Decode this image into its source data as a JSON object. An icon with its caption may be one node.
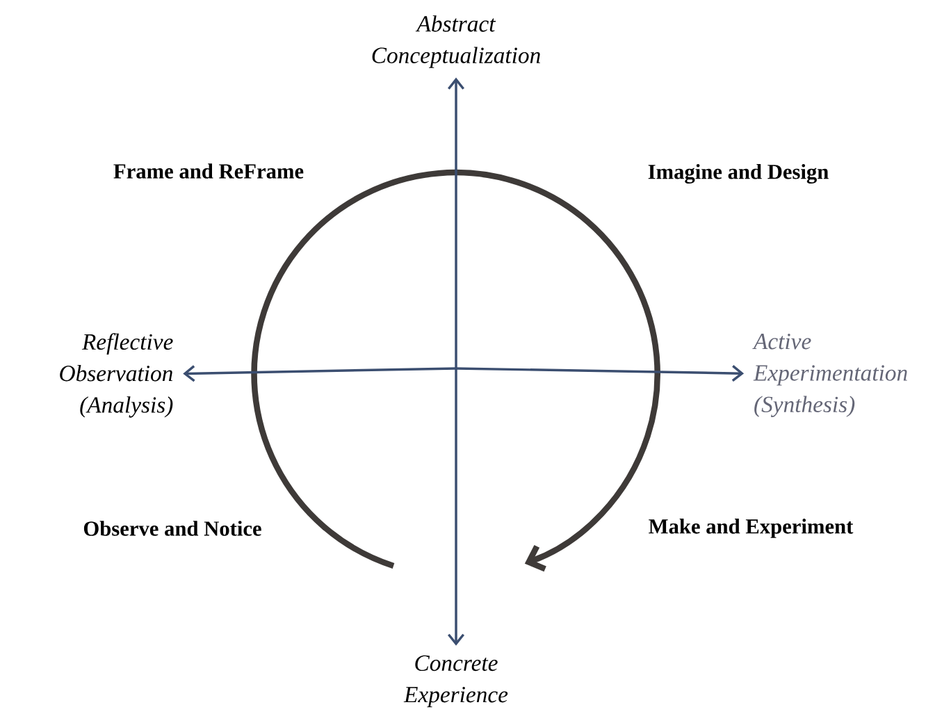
{
  "diagram": {
    "nodes": [
      {
        "text": [
          "Abstract Conceptualization"
        ]
      },
      {
        "text": [
          "Reflective Observation (Analysis)"
        ]
      },
      {
        "text": [
          "Active Experimentation (Synthesis)"
        ]
      },
      {
        "text": [
          "Concrete Experience"
        ]
      }
    ],
    "edges": [
      {
        "from": null,
        "to": 0,
        "arrow": "to"
      },
      {
        "from": null,
        "to": 1,
        "arrow": "to"
      },
      {
        "from": null,
        "to": 2,
        "arrow": "to"
      },
      {
        "from": null,
        "to": 3,
        "arrow": "to"
      }
    ],
    "labels": [
      "Frame and ReFrame",
      "Imagine and Design",
      "Observe and Notice",
      "Make and Experiment"
    ]
  }
}
